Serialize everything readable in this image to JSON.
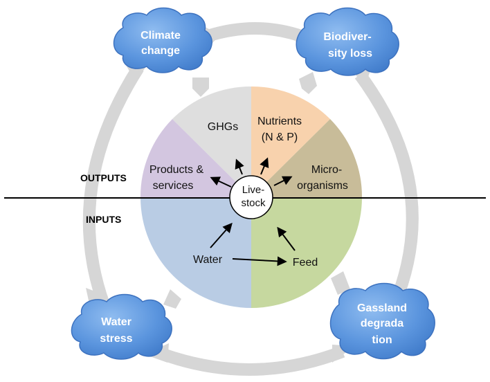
{
  "diagram": {
    "side_labels": {
      "outputs": "OUTPUTS",
      "inputs": "INPUTS"
    },
    "center": {
      "line1": "Live-",
      "line2": "stock"
    },
    "slices": {
      "ghgs": {
        "line1": "GHGs",
        "color": "#dedede"
      },
      "nutrients": {
        "line1": "Nutrients",
        "line2": "(N & P)",
        "color": "#f8d2ad"
      },
      "microorganisms": {
        "line1": "Micro-",
        "line2": "organisms",
        "color": "#c8bc99"
      },
      "products": {
        "line1": "Products &",
        "line2": "services",
        "color": "#d3c6e0"
      },
      "water": {
        "line1": "Water",
        "color": "#b9cce4"
      },
      "feed": {
        "line1": "Feed",
        "color": "#c6d89f"
      }
    },
    "clouds": {
      "climate_change": {
        "line1": "Climate",
        "line2": "change"
      },
      "biodiversity_loss": {
        "line1": "Biodiver-",
        "line2": "sity loss"
      },
      "water_stress": {
        "line1": "Water",
        "line2": "stress"
      },
      "grassland_degradation": {
        "line1": "Gassland",
        "line2": "degrada",
        "line3": "tion"
      }
    },
    "colors": {
      "cloud_fill": "#5b95de",
      "cloud_stroke": "#3d72bf",
      "gray_arrow": "#d6d6d6",
      "divider": "#000000"
    }
  }
}
